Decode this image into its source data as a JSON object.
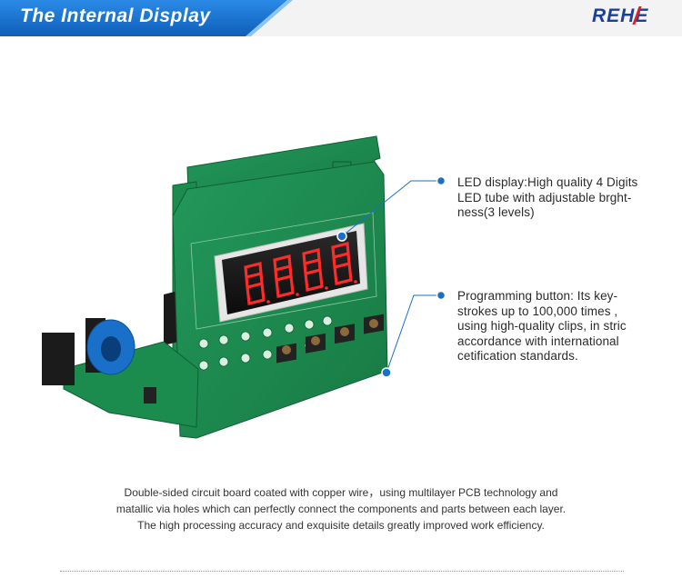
{
  "header": {
    "title": "The Internal Display",
    "logo": "REHE"
  },
  "callouts": [
    {
      "lines": [
        "LED display:High quality 4 Digits",
        "LED tube with adjustable brght-",
        "ness(3 levels)"
      ]
    },
    {
      "lines": [
        "Programming button:  Its key-",
        "strokes up to 100,000 times ,",
        "using high-quality clips, in stric",
        "accordance with international",
        "cetification standards."
      ]
    }
  ],
  "description": [
    "Double-sided circuit board coated with copper wire，using multilayer PCB technology and",
    "matallic via holes which can perfectly connect the components and parts between each layer.",
    "The high processing accuracy and exquisite details greatly improved work efficiency."
  ],
  "colors": {
    "banner": "#1b76d2",
    "logo": "#1c3f98",
    "pcb": "#1f8a4d",
    "callout_dot": "#1a6fc9"
  }
}
